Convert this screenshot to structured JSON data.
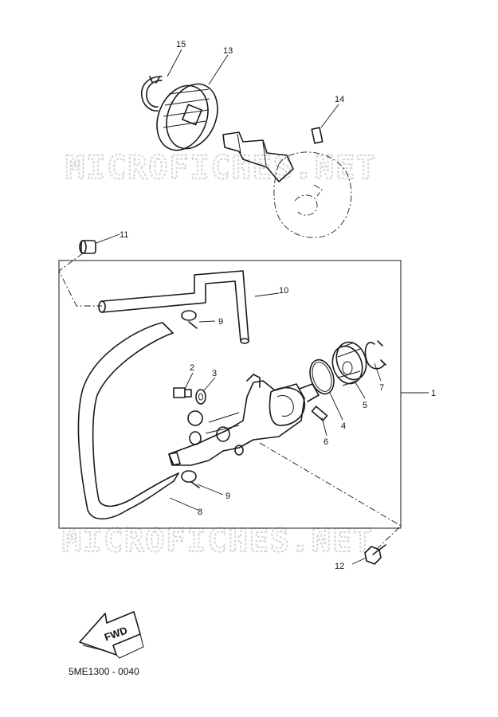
{
  "callouts": [
    "1",
    "2",
    "3",
    "4",
    "5",
    "6",
    "7",
    "8",
    "9",
    "9",
    "10",
    "11",
    "12",
    "13",
    "14",
    "15"
  ],
  "watermark": "MICROFICHES.NET",
  "direction_label": "FWD",
  "diagram_code": "5ME1300 - 0040"
}
